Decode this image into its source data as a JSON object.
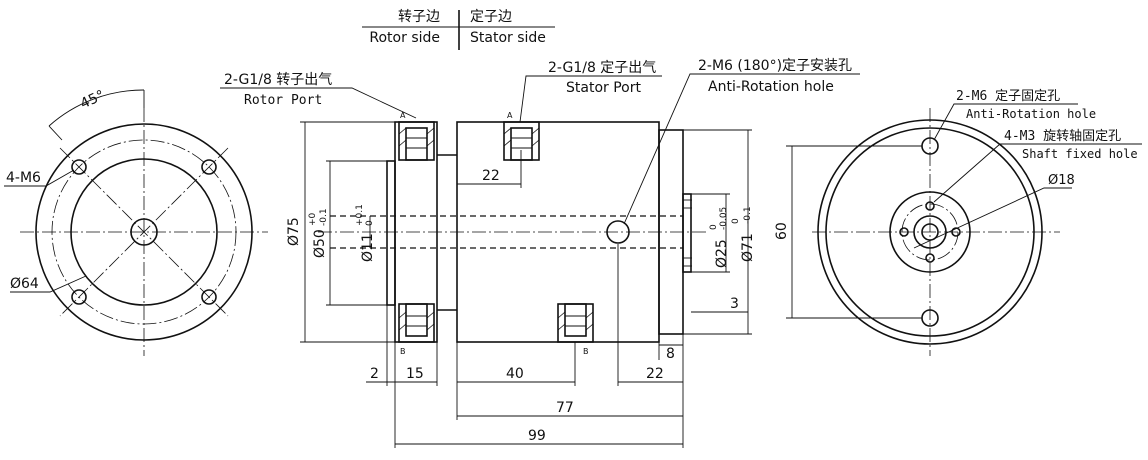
{
  "legend": {
    "rotor_side_cn": "转子边",
    "rotor_side_en": "Rotor side",
    "stator_side_cn": "定子边",
    "stator_side_en": "Stator side"
  },
  "callouts": {
    "rotor_port_cn": "2-G1/8 转子出气",
    "rotor_port_en": "Rotor Port",
    "stator_port_cn": "2-G1/8 定子出气",
    "stator_port_en": "Stator Port",
    "anti_rotation_cn": "2-M6 (180°)定子安装孔",
    "anti_rotation_en": "Anti-Rotation hole",
    "right_anti_rotation_cn": "2-M6 定子固定孔",
    "right_anti_rotation_en": "Anti-Rotation hole",
    "shaft_fixed_cn": "4-M3 旋转轴固定孔",
    "shaft_fixed_en": "Shaft fixed hole"
  },
  "left_view": {
    "angle": "45°",
    "holes": "4-M6",
    "pcd": "Ø64"
  },
  "side_view": {
    "port_a": "A",
    "port_b": "B",
    "dim_22_top": "22",
    "dia_75": "Ø75",
    "dia_50": "Ø50",
    "dia_50_tol_upper": "+0",
    "dia_50_tol_lower": "-0.1",
    "dia_11": "Ø11",
    "dia_11_tol_upper": "+0.1",
    "dia_11_tol_lower": "0",
    "dia_25": "Ø25",
    "dia_25_tol_upper": "0",
    "dia_25_tol_lower": "-0.05",
    "dia_71": "Ø71",
    "dia_71_tol_upper": "0",
    "dia_71_tol_lower": "-0.1",
    "dim_3": "3",
    "dim_8": "8",
    "dim_2": "2",
    "dim_15": "15",
    "dim_40": "40",
    "dim_22_bottom": "22",
    "dim_77": "77",
    "dim_99": "99"
  },
  "right_view": {
    "dim_60": "60",
    "dia_18": "Ø18"
  }
}
